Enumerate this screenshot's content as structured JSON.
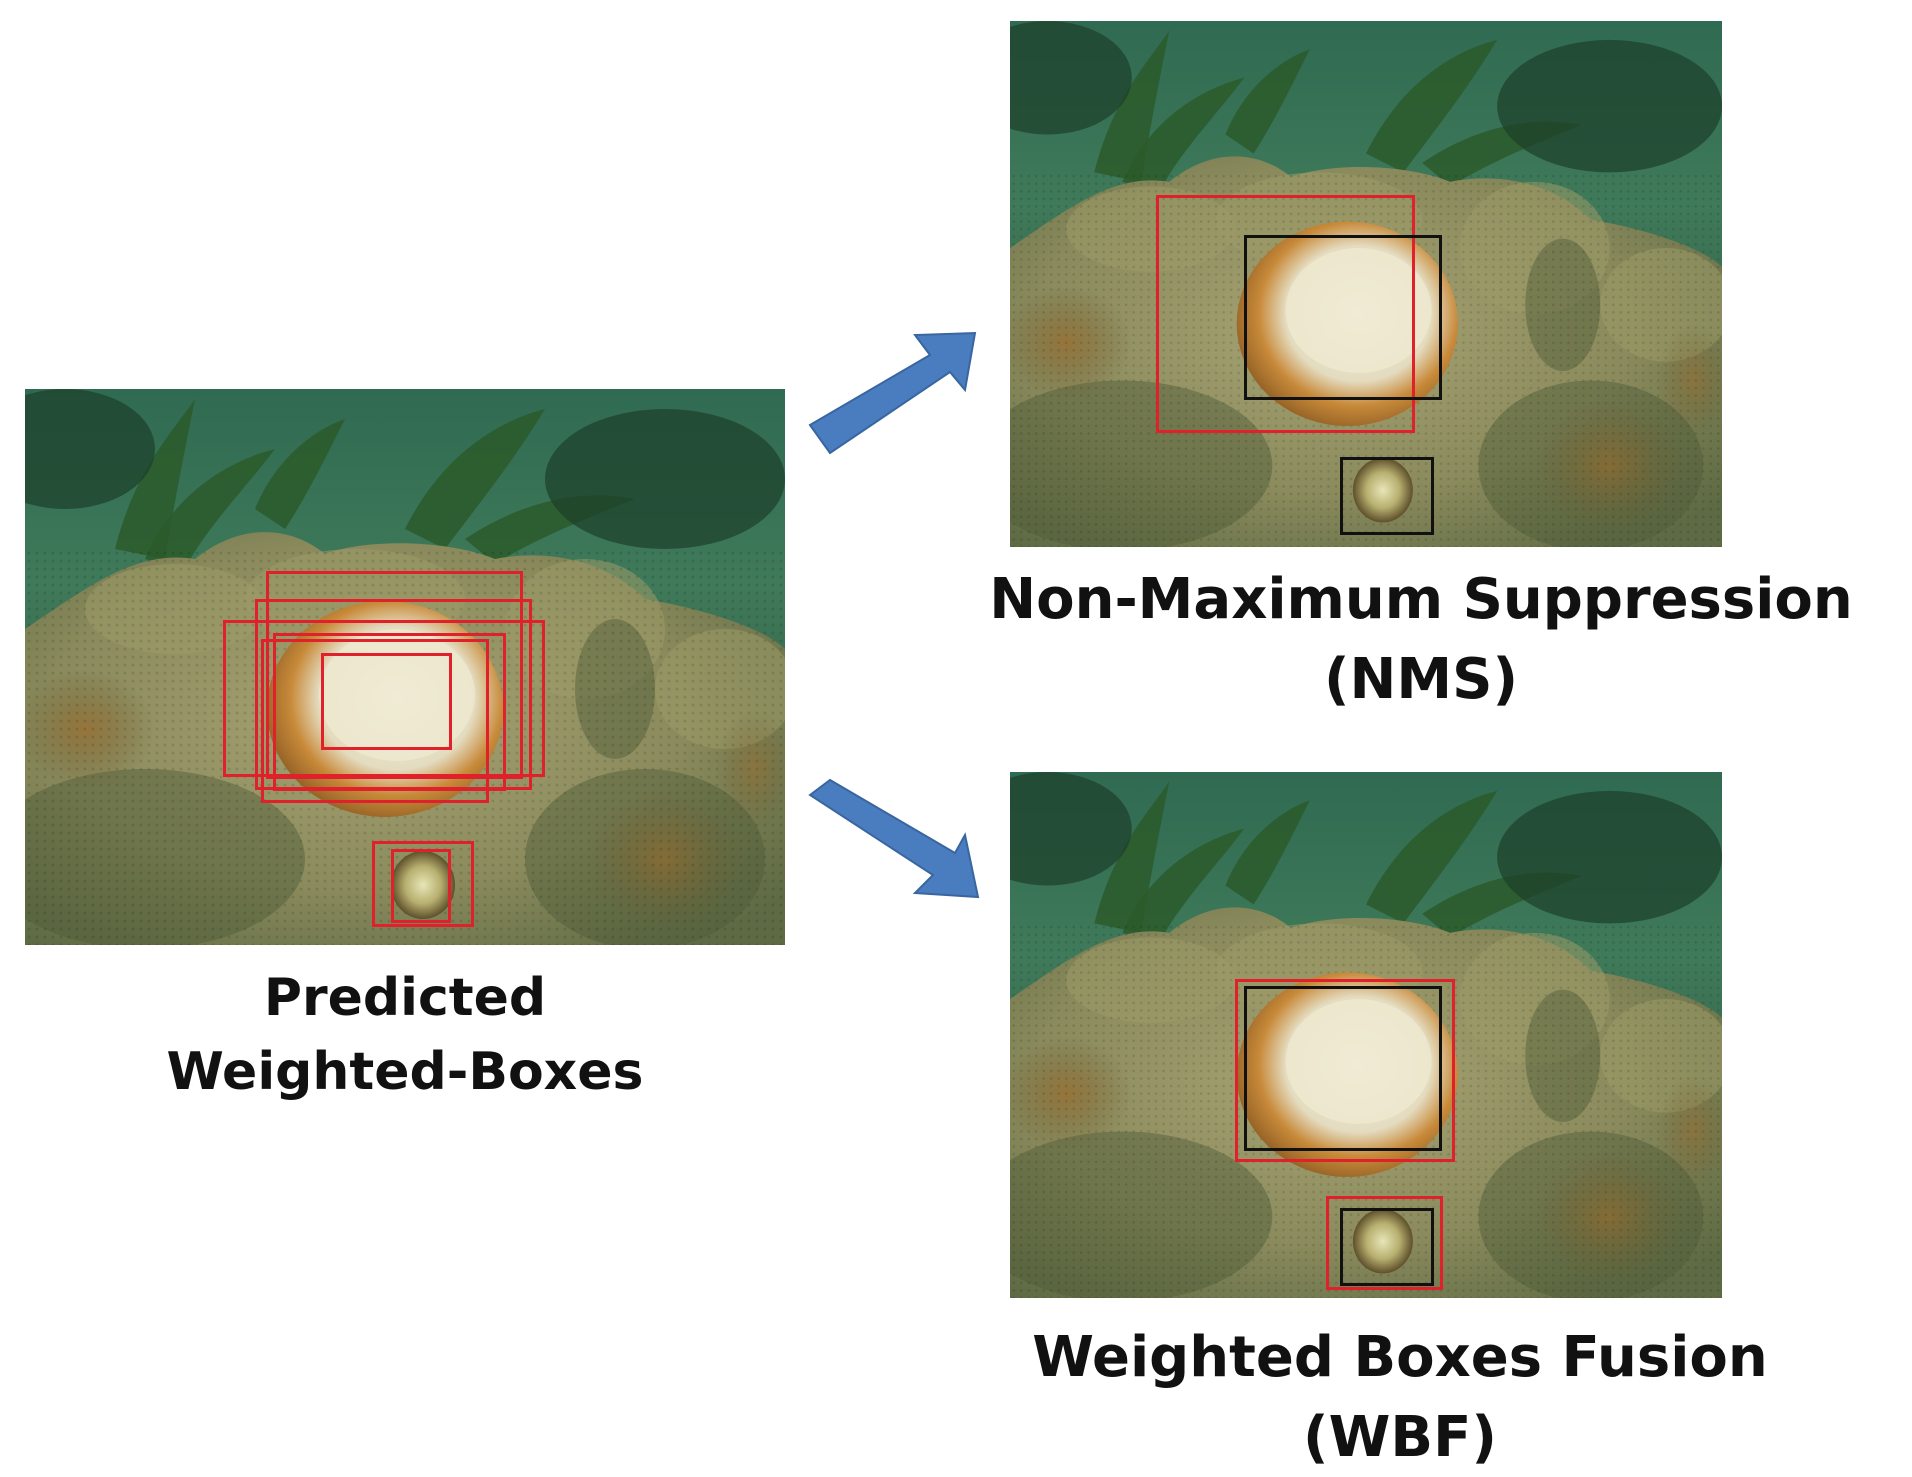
{
  "panels": {
    "predicted": {
      "caption_line1": "Predicted",
      "caption_line2": "Weighted-Boxes"
    },
    "nms": {
      "caption_line1": "Non-Maximum Suppression",
      "caption_line2": "(NMS)"
    },
    "wbf": {
      "caption_line1": "Weighted Boxes Fusion",
      "caption_line2": "(WBF)"
    }
  },
  "colors": {
    "prediction_box": "#e0202a",
    "result_box": "#111111",
    "arrow": "#4a7cc0"
  }
}
